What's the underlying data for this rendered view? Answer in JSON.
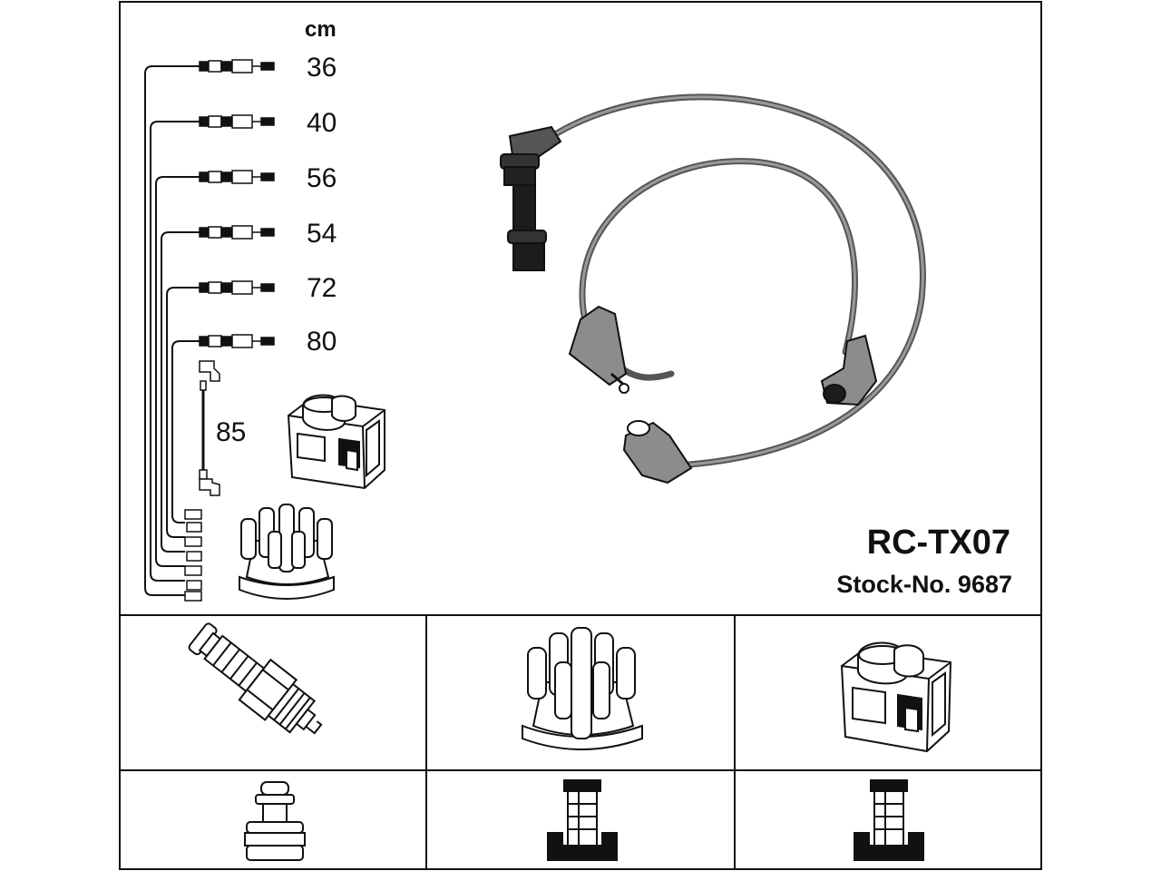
{
  "unit_label": "cm",
  "lengths": [
    "36",
    "40",
    "56",
    "54",
    "72",
    "80"
  ],
  "coil_lead_length": "85",
  "product": {
    "code": "RC-TX07",
    "stock_number": "Stock-No. 9687"
  },
  "colors": {
    "line": "#111111",
    "cable": "#7a7a7a",
    "boot": "#8c8c8c",
    "boot_dark": "#1c1c1c"
  }
}
